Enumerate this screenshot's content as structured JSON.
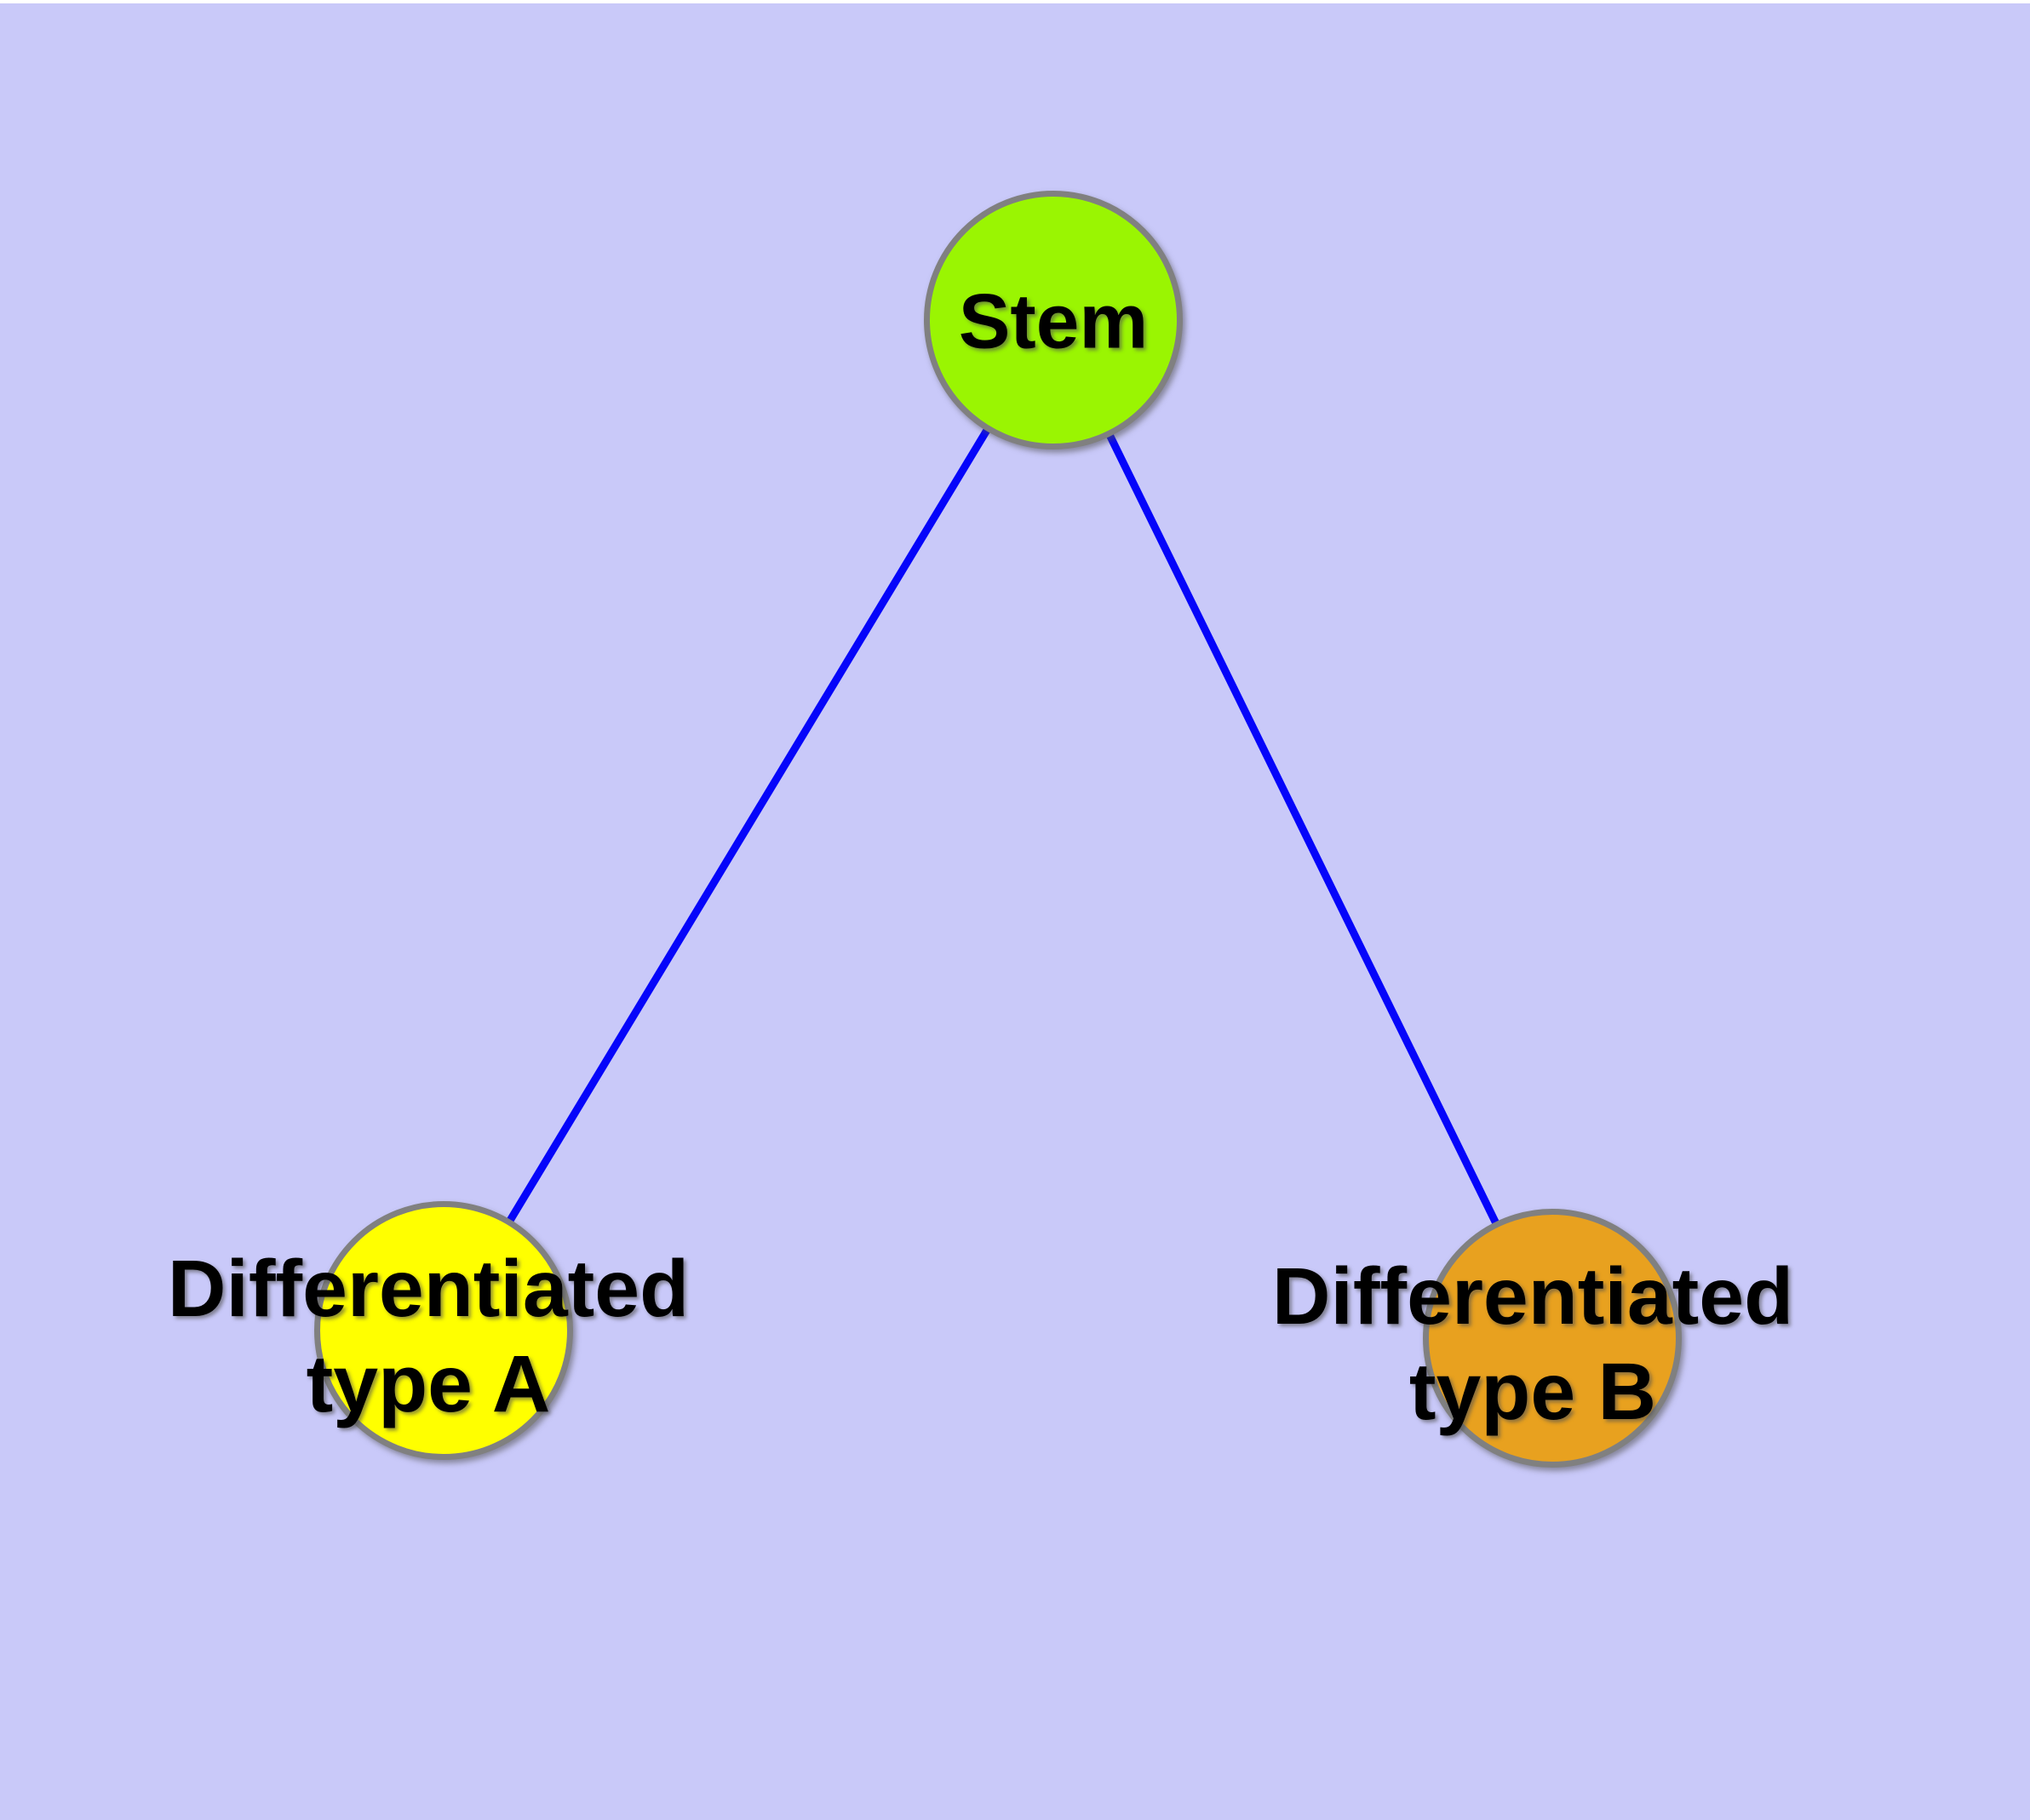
{
  "diagram": {
    "type": "graph",
    "description": "Cell differentiation tree: a Stem node connected by two edges to two differentiated cell type nodes",
    "background_color": "#c9c9f9",
    "top_strip_color": "#ffffff",
    "edge_color": "#0505fa",
    "node_border_color": "#808080",
    "text_color": "#000000",
    "nodes": {
      "stem": {
        "label": "Stem",
        "fill": "#9af502"
      },
      "type_a": {
        "label_line1": "Differentiated",
        "label_line2": "type A",
        "fill": "#ffff00"
      },
      "type_b": {
        "label_line1": "Differentiated",
        "label_line2": "type B",
        "fill": "#e8a11f"
      }
    },
    "edges": [
      {
        "from": "Stem",
        "to": "Differentiated type A"
      },
      {
        "from": "Stem",
        "to": "Differentiated type B"
      }
    ]
  }
}
